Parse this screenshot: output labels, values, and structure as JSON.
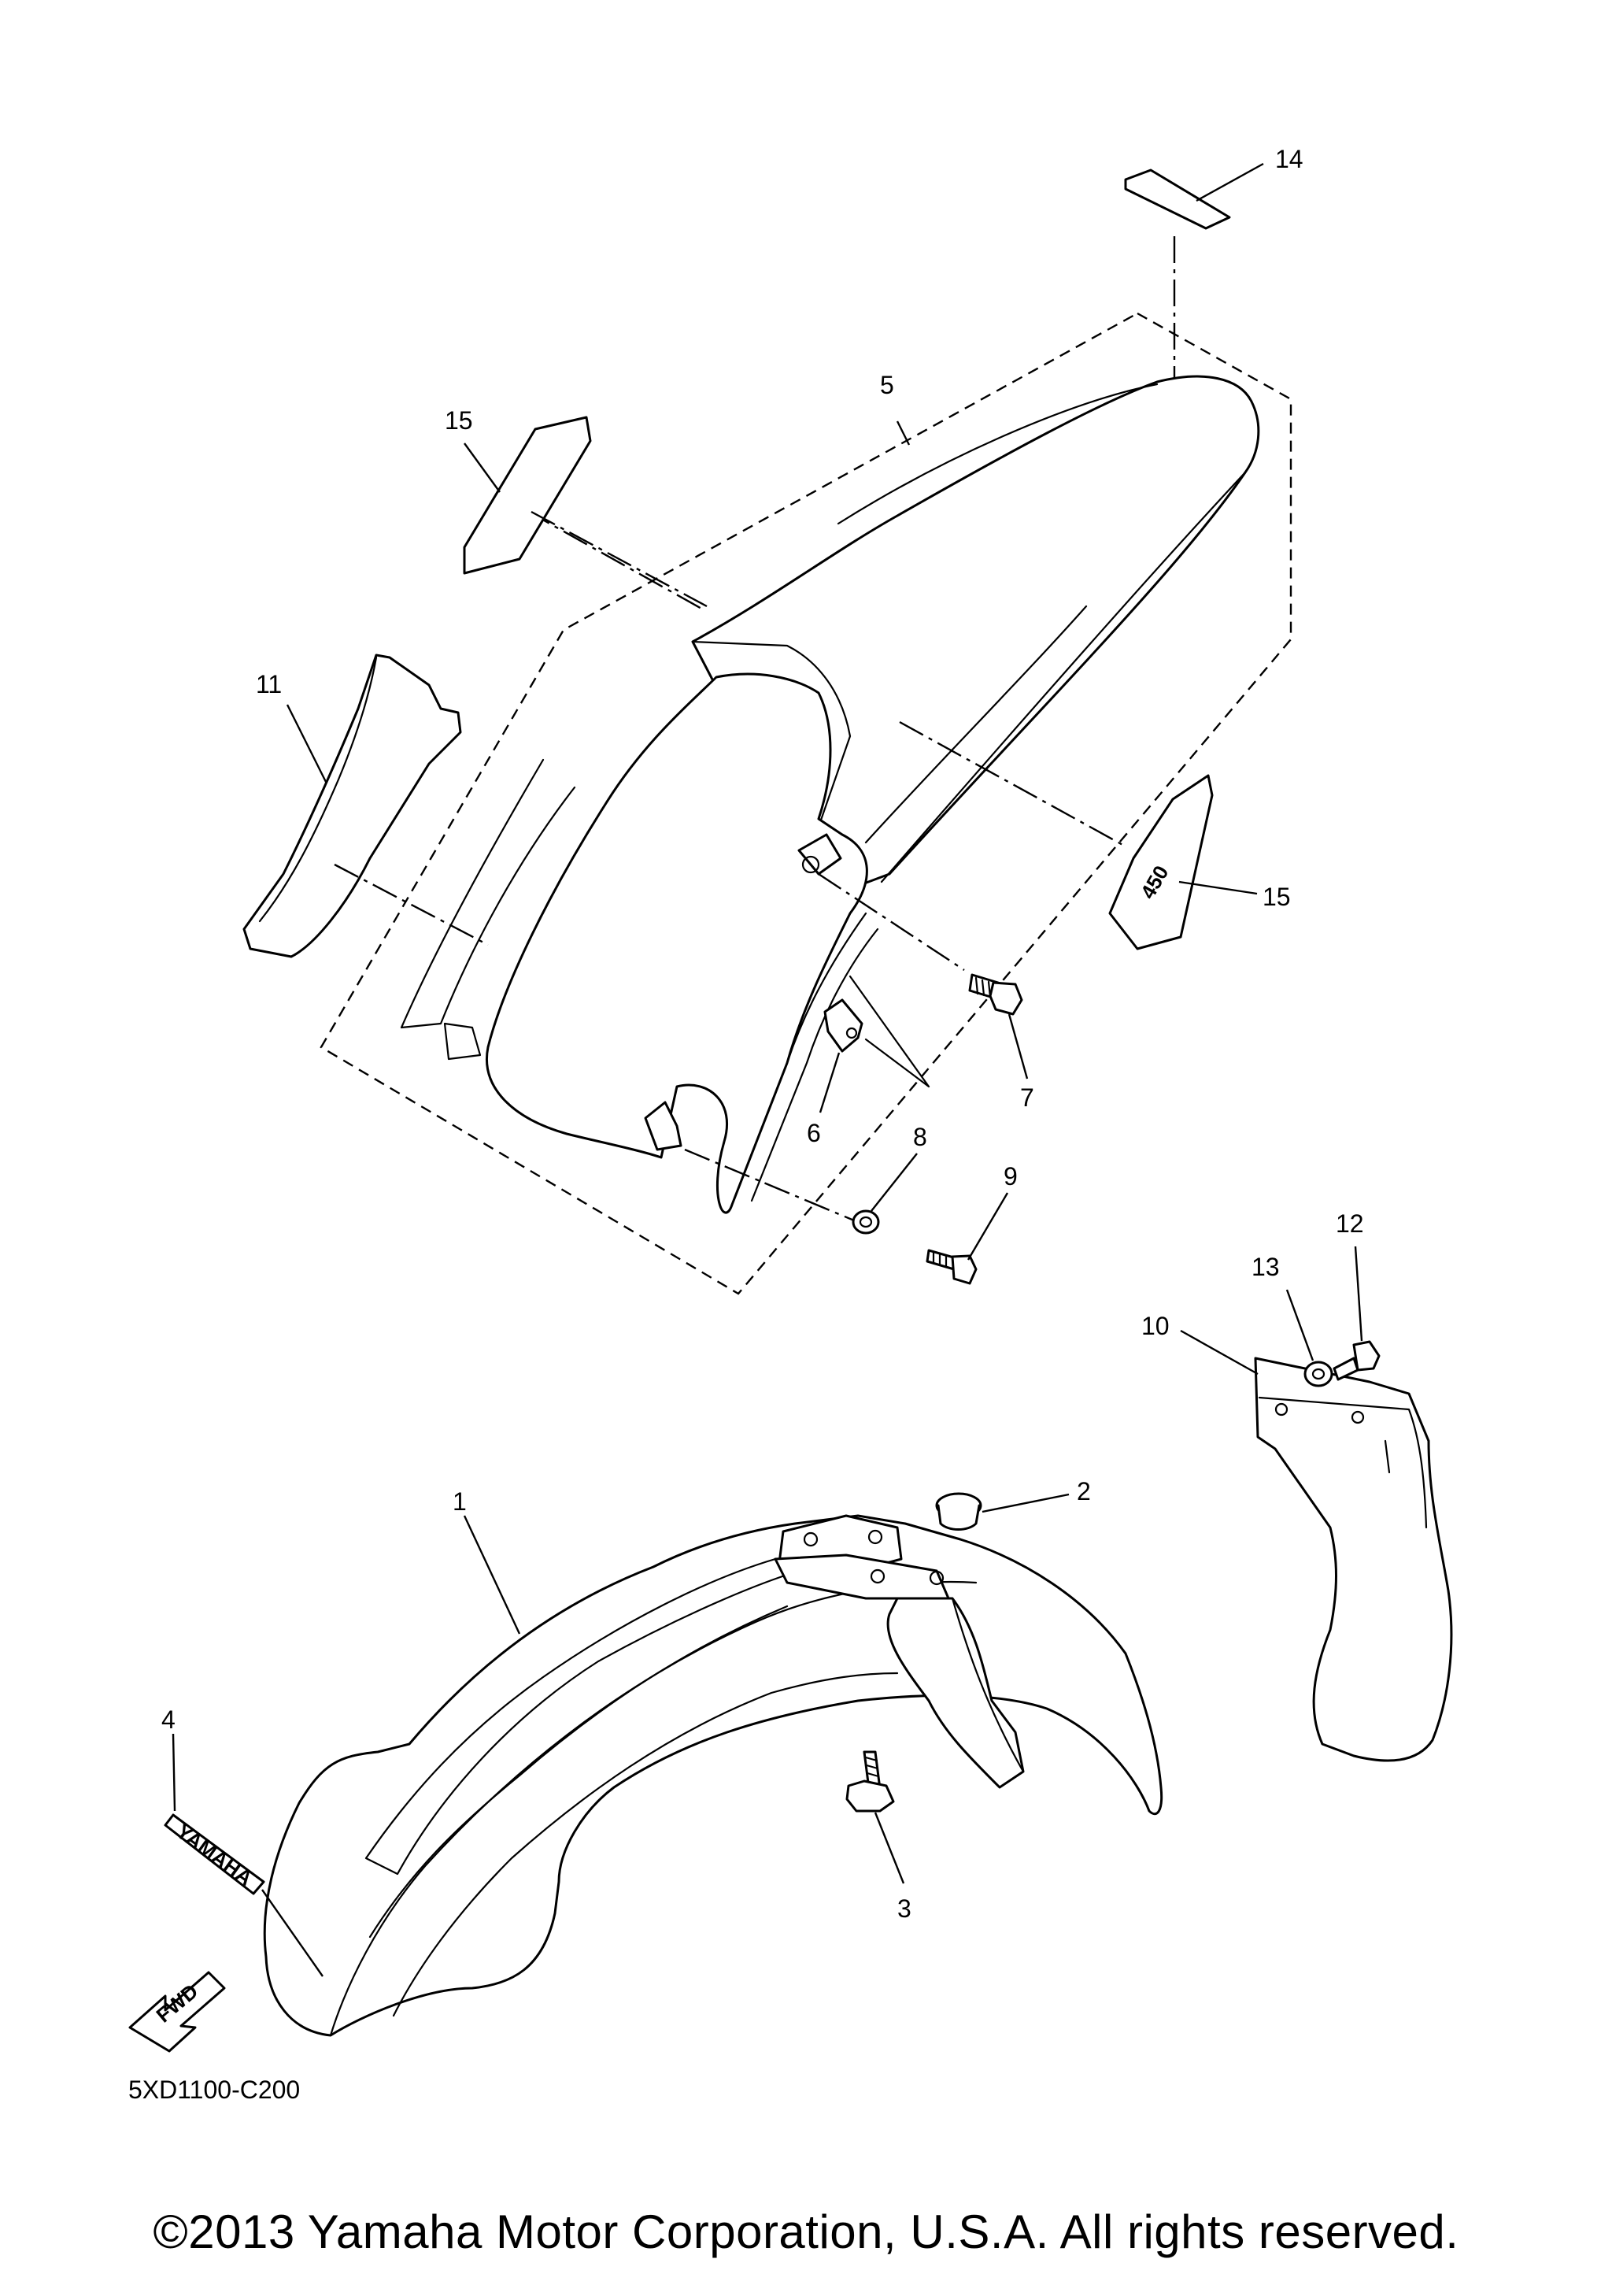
{
  "diagram": {
    "callouts": [
      "1",
      "2",
      "3",
      "4",
      "5",
      "6",
      "7",
      "8",
      "9",
      "10",
      "11",
      "12",
      "13",
      "14",
      "15",
      "15"
    ],
    "diagram_code": "5XD1100-C200",
    "decal_text_yamaha": "YAMAHA",
    "arrow_text": "FWD",
    "decal_text_number": "450"
  },
  "footer": {
    "copyright": "©2013 Yamaha Motor Corporation, U.S.A. All rights reserved."
  }
}
